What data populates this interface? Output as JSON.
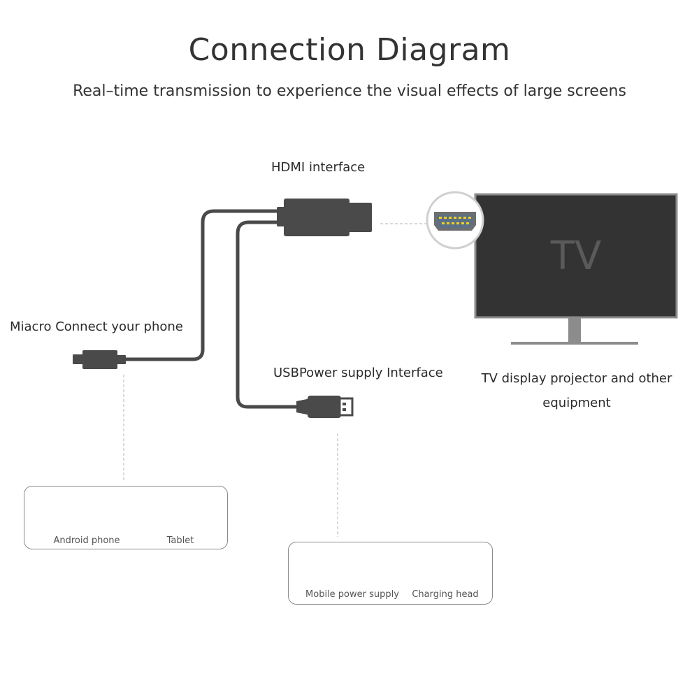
{
  "title": "Connection Diagram",
  "subtitle": "Real–time transmission to experience the visual effects of large screens",
  "labels": {
    "hdmi_interface": "HDMI interface",
    "micro_connect": "Miacro Connect your phone",
    "usb_power": "USBPower supply Interface",
    "tv_description": "TV display projector and other equipment"
  },
  "tv": {
    "screen_text": "TV"
  },
  "phone_devices": [
    {
      "label": "Android phone",
      "icon": "android-phone-icon"
    },
    {
      "label": "Tablet",
      "icon": "tablet-icon"
    }
  ],
  "power_devices": [
    {
      "label": "Mobile power supply",
      "icon": "power-bank-icon"
    },
    {
      "label": "Charging head",
      "icon": "charging-head-icon"
    }
  ],
  "colors": {
    "cable": "#4a4a4a",
    "tv_screen": "#333333",
    "tv_frame": "#8c8c8c",
    "hdmi_pins": "#f2d21b"
  }
}
